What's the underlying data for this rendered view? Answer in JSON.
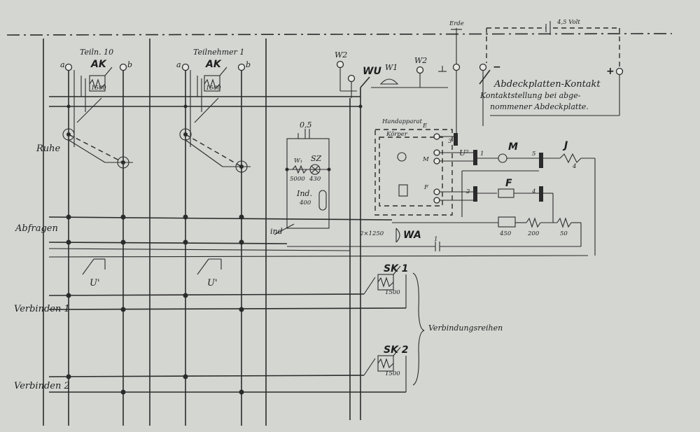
{
  "labels": {
    "teiln10": "Teiln. 10",
    "teilnehmer1": "Teilnehmer 1",
    "ak": "AK",
    "a": "a",
    "b": "b",
    "ruhe": "Ruhe",
    "abfragen": "Abfragen",
    "verbinden1": "Verbinden 1",
    "verbinden2": "Verbinden 2",
    "u1": "U'",
    "ind": "ind",
    "wu": "WU",
    "w1": "W1",
    "w2": "W2",
    "erde": "Erde",
    "volt": "4,5 Volt",
    "abdeck_title": "Abdeckplatten-Kontakt",
    "abdeck_line1": "Kontaktstellung bei abge-",
    "abdeck_line2": "nommener Abdeckplatte.",
    "handapparat": "Handapparat",
    "koerper": "Körper",
    "e": "E",
    "m": "M",
    "f": "F",
    "u2": "U²",
    "j": "J",
    "val_05": "0,5",
    "w1s": "W₁",
    "sz": "SZ",
    "r5000": "5000",
    "r430": "430",
    "ind_label": "Ind.",
    "r400": "400",
    "r2x1250": "2×1250",
    "wa": "WA",
    "c1": "1",
    "r450": "450",
    "r200": "200",
    "r50": "50",
    "sk1": "SK 1",
    "sk2": "SK 2",
    "r1500": "1500",
    "verbindungsreihen": "Verbindungsreihen",
    "n1": "1",
    "n2": "2",
    "n3": "3",
    "n4": "4",
    "n5": "5",
    "plus": "+",
    "minus": "−"
  },
  "colors": {
    "paper": "#d4d6d2",
    "ink": "#2b2b2b"
  }
}
